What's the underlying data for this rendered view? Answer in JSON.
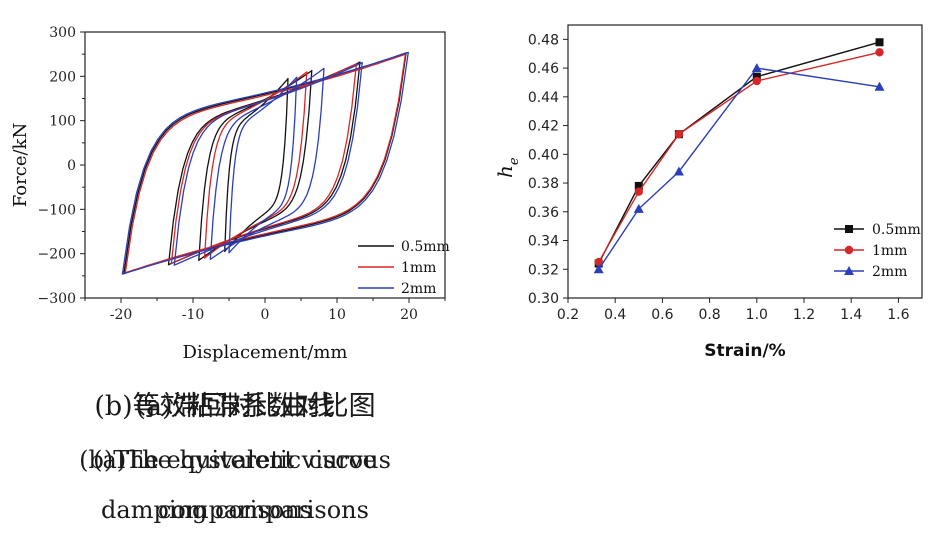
{
  "colors": {
    "s05": "#111111",
    "s1": "#d62728",
    "s2": "#2b3fb8",
    "axis": "#222222"
  },
  "chart_data": [
    {
      "type": "line",
      "title": "",
      "xlabel": "Displacement/mm",
      "ylabel": "Force/kN",
      "xlim": [
        -25,
        25
      ],
      "ylim": [
        -300,
        300
      ],
      "xticks": [
        "-20",
        "-10",
        "0",
        "10",
        "20"
      ],
      "yticks": [
        "300",
        "200",
        "100",
        "0",
        "−100",
        "−200",
        "−300"
      ],
      "legend": {
        "placement": "bottom-right",
        "entries": [
          "0.5mm",
          "1mm",
          "2mm"
        ]
      },
      "series": [
        {
          "name": "0.5mm",
          "color": "#111111",
          "loops": [
            {
              "xmin": -19.6,
              "xmax": 19.6,
              "fmax": 253,
              "fmin": -245,
              "yield": 115
            },
            {
              "xmin": -13.4,
              "xmax": 13.2,
              "fmax": 232,
              "fmin": -225,
              "yield": 105
            },
            {
              "xmin": -9.2,
              "xmax": 6.5,
              "fmax": 213,
              "fmin": -215,
              "yield": 100
            },
            {
              "xmin": -5.6,
              "xmax": 3.2,
              "fmax": 195,
              "fmin": -195,
              "yield": 90
            }
          ]
        },
        {
          "name": "1mm",
          "color": "#d62728",
          "loops": [
            {
              "xmin": -19.4,
              "xmax": 19.5,
              "fmax": 250,
              "fmin": -243,
              "yield": 112
            },
            {
              "xmin": -13.0,
              "xmax": 12.7,
              "fmax": 228,
              "fmin": -222,
              "yield": 104
            },
            {
              "xmin": -8.4,
              "xmax": 5.8,
              "fmax": 210,
              "fmin": -210,
              "yield": 98
            }
          ]
        },
        {
          "name": "2mm",
          "color": "#2b3fb8",
          "loops": [
            {
              "xmin": -19.8,
              "xmax": 19.9,
              "fmax": 254,
              "fmin": -246,
              "yield": 118
            },
            {
              "xmin": -12.6,
              "xmax": 13.5,
              "fmax": 231,
              "fmin": -226,
              "yield": 106
            },
            {
              "xmin": -7.6,
              "xmax": 8.2,
              "fmax": 218,
              "fmin": -213,
              "yield": 100
            },
            {
              "xmin": -5.0,
              "xmax": 4.4,
              "fmax": 198,
              "fmin": -198,
              "yield": 92
            }
          ]
        }
      ]
    },
    {
      "type": "line",
      "title": "",
      "xlabel": "Strain/%",
      "ylabel": "h",
      "ylabel_sub": "e",
      "xlim": [
        0.2,
        1.7
      ],
      "ylim": [
        0.3,
        0.49
      ],
      "xticks": [
        "0.2",
        "0.4",
        "0.6",
        "0.8",
        "1.0",
        "1.2",
        "1.4",
        "1.6"
      ],
      "yticks": [
        "0.48",
        "0.46",
        "0.44",
        "0.42",
        "0.40",
        "0.38",
        "0.36",
        "0.34",
        "0.32",
        "0.30"
      ],
      "legend": {
        "placement": "lower-right",
        "entries": [
          "0.5mm",
          "1mm",
          "2mm"
        ]
      },
      "x": [
        0.33,
        0.5,
        0.67,
        1.0,
        1.52
      ],
      "series": [
        {
          "name": "0.5mm",
          "color": "#111111",
          "marker": "square",
          "values": [
            0.324,
            0.378,
            0.414,
            0.454,
            0.478
          ]
        },
        {
          "name": "1mm",
          "color": "#d62728",
          "marker": "circle",
          "values": [
            0.325,
            0.374,
            0.414,
            0.451,
            0.471
          ]
        },
        {
          "name": "2mm",
          "color": "#2b3fb8",
          "marker": "triangle",
          "values": [
            0.32,
            0.362,
            0.388,
            0.46,
            0.447
          ]
        }
      ]
    }
  ],
  "captions": {
    "a_cn": "(a)滞回对比曲线",
    "a_en_1": "(a)The hysteretic curve",
    "a_en_2": "comparisons",
    "b_cn": "(b)等效粘滞系数对比图",
    "b_en_1": "(b)The equivalent viscous",
    "b_en_2": "damping comparisons"
  }
}
